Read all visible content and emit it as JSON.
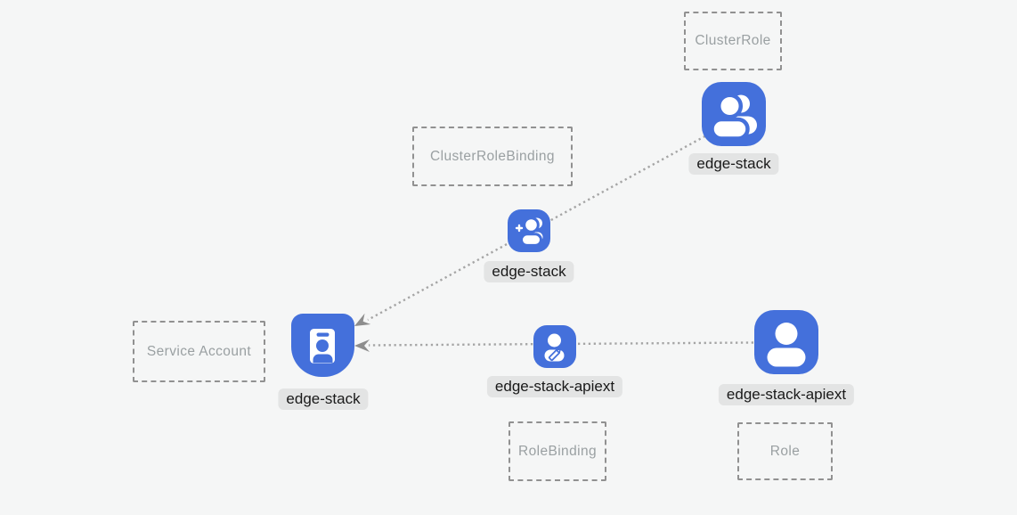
{
  "colors": {
    "background": "#f5f6f6",
    "accent_blue": "#4470db",
    "label_background": "#e3e4e4",
    "label_text": "#191919",
    "dashed_border": "#919191",
    "dashed_text": "#9aa0a2",
    "dotted_line": "#a5a5a5",
    "arrowhead": "#8d8d8d"
  },
  "kind_boxes": [
    {
      "label": "ClusterRole"
    },
    {
      "label": "ClusterRoleBinding"
    },
    {
      "label": "Service Account"
    },
    {
      "label": "RoleBinding"
    },
    {
      "label": "Role"
    }
  ],
  "nodes": [
    {
      "label": "edge-stack",
      "kind": "ClusterRole",
      "icon": "users-icon"
    },
    {
      "label": "edge-stack",
      "kind": "ClusterRoleBinding",
      "icon": "user-plus-icon"
    },
    {
      "label": "edge-stack",
      "kind": "Service Account",
      "icon": "id-badge-icon"
    },
    {
      "label": "edge-stack-apiext",
      "kind": "RoleBinding",
      "icon": "user-edit-icon"
    },
    {
      "label": "edge-stack-apiext",
      "kind": "Role",
      "icon": "user-icon"
    }
  ],
  "edges": [
    {
      "from": "edge-stack (ClusterRole)",
      "to": "edge-stack (Service Account)",
      "style": "dotted-arrow"
    },
    {
      "from": "edge-stack-apiext (Role)",
      "to": "edge-stack (Service Account)",
      "style": "dotted-arrow"
    }
  ]
}
